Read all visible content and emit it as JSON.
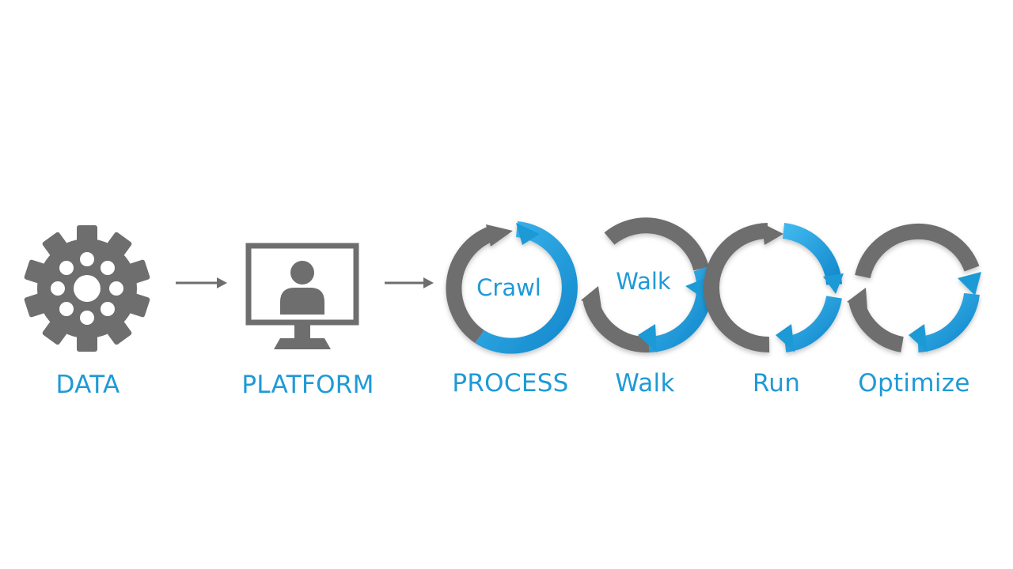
{
  "steps": [
    {
      "label": "DATA",
      "icon": "gear-icon"
    },
    {
      "label": "PLATFORM",
      "icon": "monitor-user-icon"
    },
    {
      "label": "PROCESS",
      "icon": "cycle-icon",
      "inner_label": "Crawl"
    },
    {
      "label": "Walk",
      "icon": "cycle-icon",
      "inner_label": "Walk"
    },
    {
      "label": "Run",
      "icon": "cycle-icon"
    },
    {
      "label": "Optimize",
      "icon": "cycle-icon"
    }
  ],
  "colors": {
    "gray": "#6e6e6e",
    "blue": "#1f9ad6",
    "label": "#1f9ad6"
  }
}
